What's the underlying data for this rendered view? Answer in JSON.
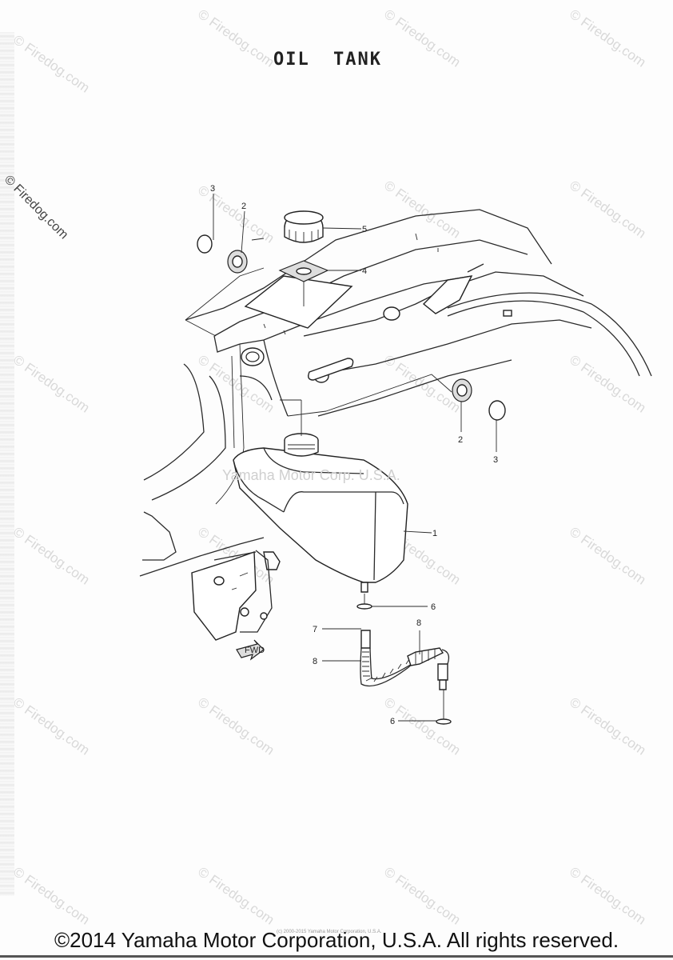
{
  "title": "OIL  TANK",
  "watermark": "© Firedog.com",
  "center_watermark": "Yamaha Motor Corp. U.S.A.",
  "tiny_notice": "(c) 2000-2015 Yamaha Motor Corporation, U.S.A.",
  "copyright": "©2014 Yamaha Motor Corporation, U.S.A. All rights reserved.",
  "callouts": {
    "c1": "1",
    "c2a": "2",
    "c2b": "2",
    "c3a": "3",
    "c3b": "3",
    "c4": "4",
    "c5": "5",
    "c6a": "6",
    "c6b": "6",
    "c7": "7",
    "c8a": "8",
    "c8b": "8"
  },
  "fwd_label": "FWD"
}
